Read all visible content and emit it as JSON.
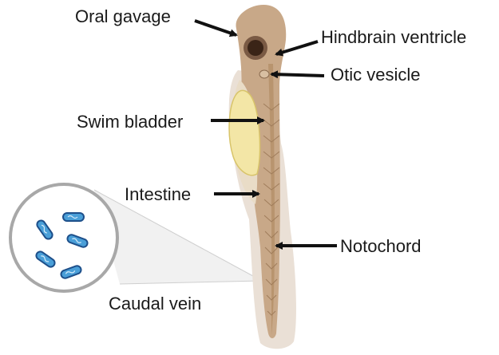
{
  "labels": {
    "oral_gavage": "Oral gavage",
    "hindbrain_ventricle": "Hindbrain ventricle",
    "otic_vesicle": "Otic vesicle",
    "swim_bladder": "Swim bladder",
    "intestine": "Intestine",
    "notochord": "Notochord",
    "caudal_vein": "Caudal vein"
  },
  "colors": {
    "larva_body": "#c8a888",
    "fin_fold": "#eae0d6",
    "swim_bladder": "#f3e6a6",
    "notochord": "#b8946e",
    "eye": "#3a2417",
    "bacteria_fill": "#4a9fd8",
    "bacteria_stroke": "#1d4f8a",
    "arrow": "#111111",
    "inset_circle": "#a8a8a8"
  },
  "icons": {
    "bacteria": "rod-shaped-bacterium-icon",
    "arrow": "arrow-left-icon"
  }
}
